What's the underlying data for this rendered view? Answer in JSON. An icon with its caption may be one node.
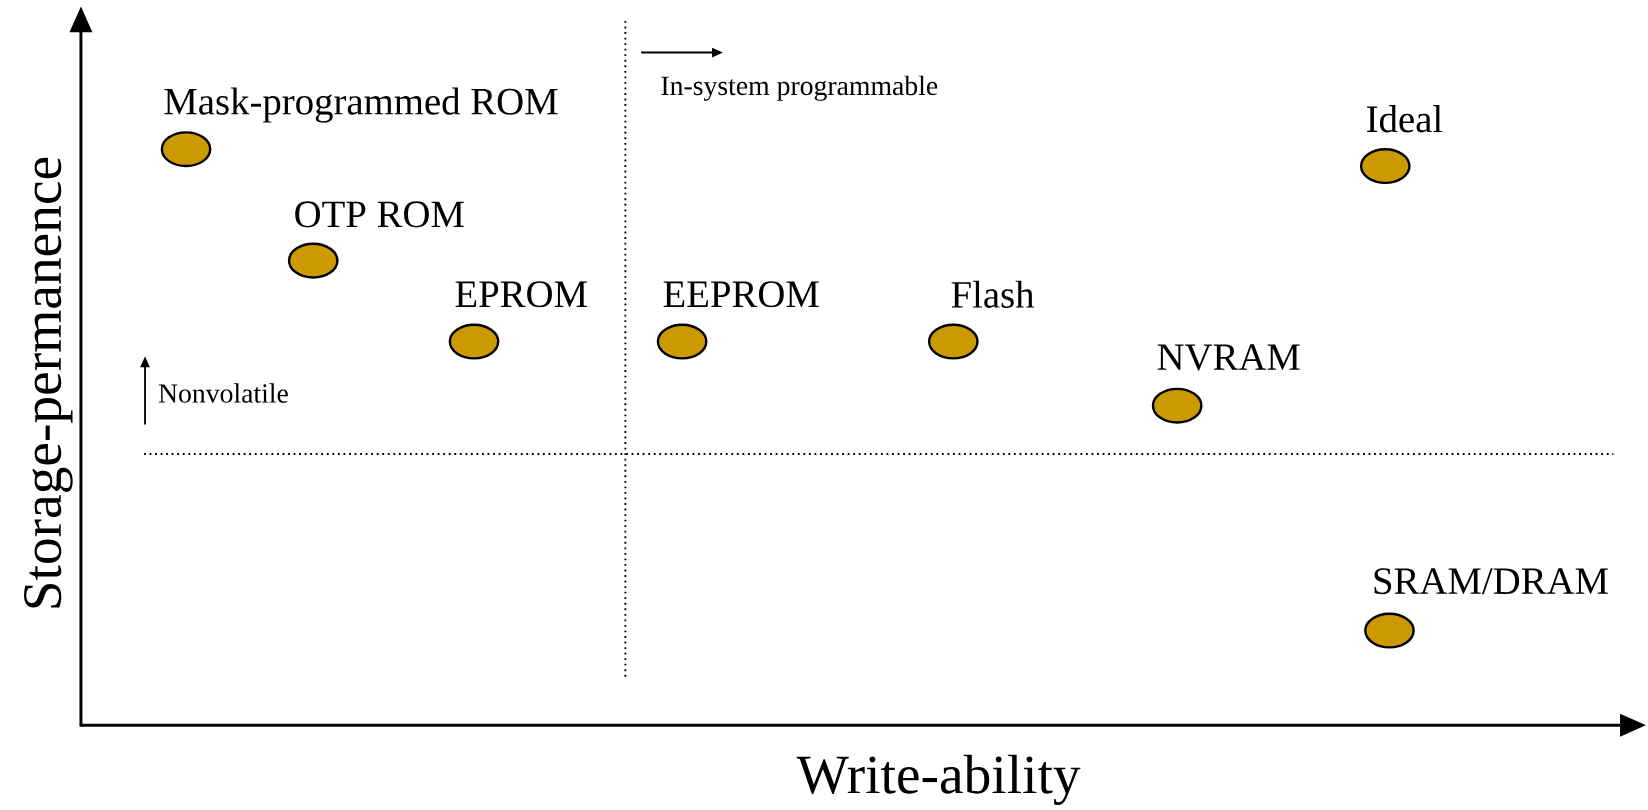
{
  "diagram": {
    "nodes": [
      {
        "text": [
          "Mask-programmed ROM"
        ]
      },
      {
        "text": [
          "OTP ROM"
        ]
      },
      {
        "text": [
          "EPROM"
        ]
      },
      {
        "text": [
          "EEPROM"
        ]
      },
      {
        "text": [
          "Flash"
        ]
      },
      {
        "text": [
          "NVRAM"
        ]
      },
      {
        "text": [
          "Ideal"
        ]
      },
      {
        "text": [
          "SRAM/DRAM"
        ]
      }
    ],
    "labels": [
      "In-system programmable",
      "Nonvolatile",
      "Storage-permanence",
      "Write-ability"
    ]
  }
}
